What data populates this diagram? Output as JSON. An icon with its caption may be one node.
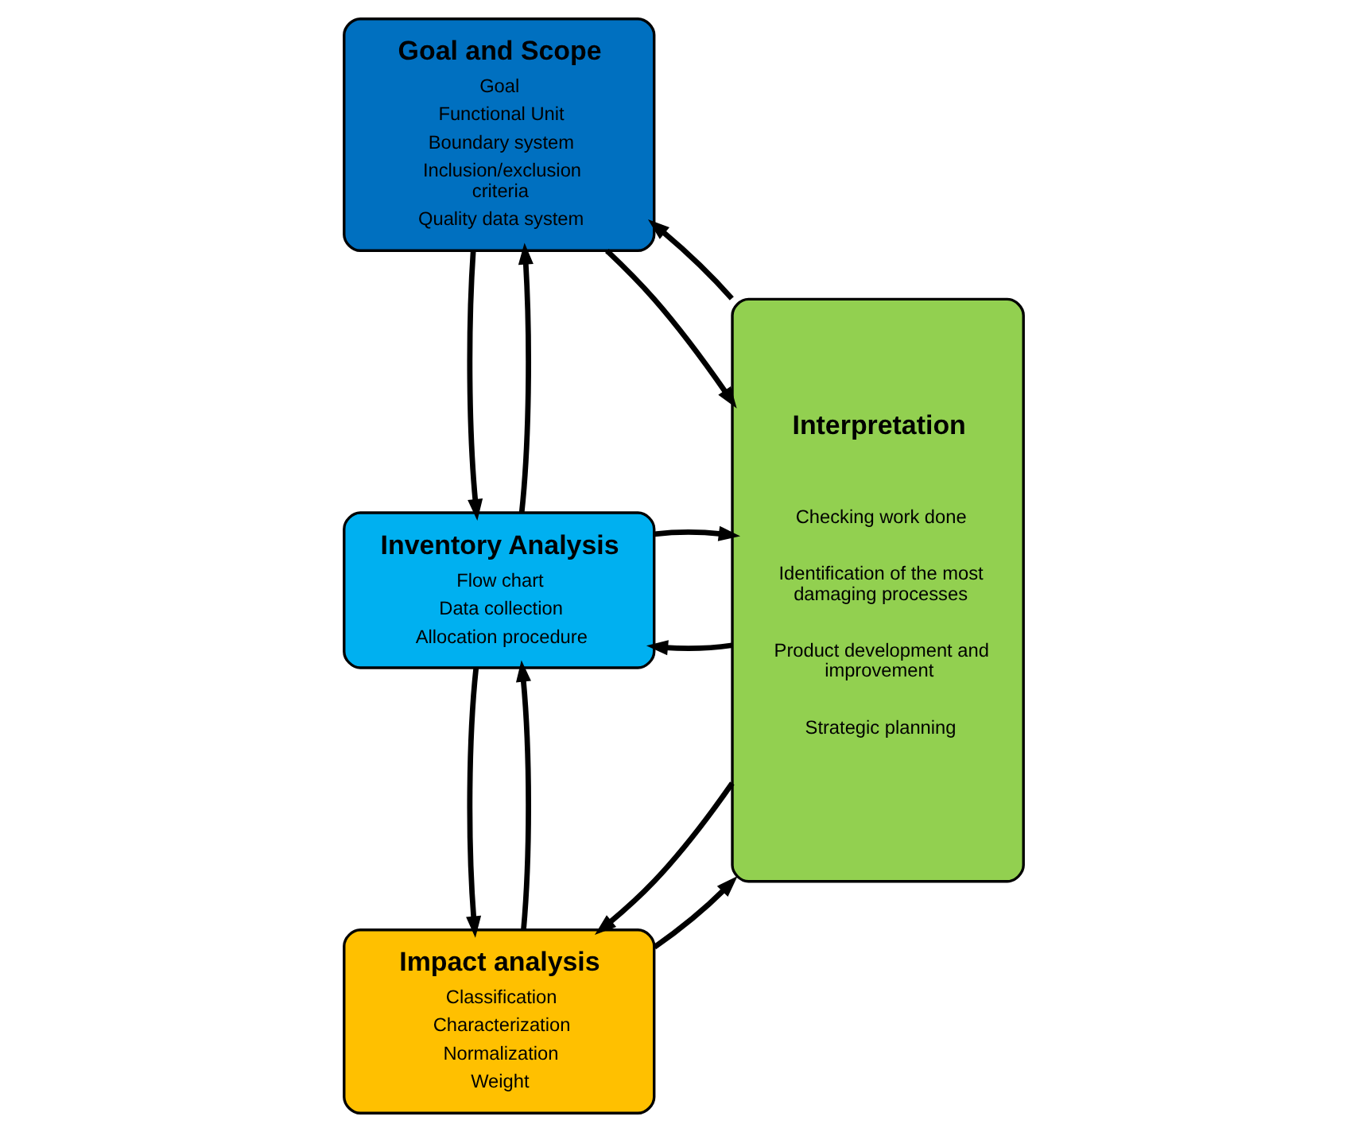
{
  "diagram": {
    "nodes": [
      {
        "text": [
          "Goal and Scope",
          "Goal",
          "Functional Unit",
          "Boundary system",
          "Inclusion/exclusion criteria",
          "Quality data system"
        ]
      },
      {
        "text": [
          "Inventory Analysis",
          "Flow chart",
          "Data collection",
          "Allocation procedure"
        ]
      },
      {
        "text": [
          "Impact analysis",
          "Classification",
          "Characterization",
          "Normalization",
          "Weight"
        ]
      },
      {
        "text": [
          "Interpretation",
          "Checking work done",
          "Identification of the most damaging processes",
          "Product development and improvement",
          "Strategic planning"
        ]
      }
    ],
    "edges": [
      {
        "from": 0,
        "to": 1,
        "arrow": "to"
      },
      {
        "from": 1,
        "to": 0,
        "arrow": "to"
      },
      {
        "from": 1,
        "to": 2,
        "arrow": "to"
      },
      {
        "from": 2,
        "to": 1,
        "arrow": "to"
      },
      {
        "from": 3,
        "to": 0,
        "arrow": "to"
      },
      {
        "from": 0,
        "to": 3,
        "arrow": "to"
      },
      {
        "from": 3,
        "to": 1,
        "arrow": "to"
      },
      {
        "from": 1,
        "to": 3,
        "arrow": "to"
      },
      {
        "from": 3,
        "to": 2,
        "arrow": "to"
      },
      {
        "from": 2,
        "to": 3,
        "arrow": "to"
      }
    ]
  }
}
